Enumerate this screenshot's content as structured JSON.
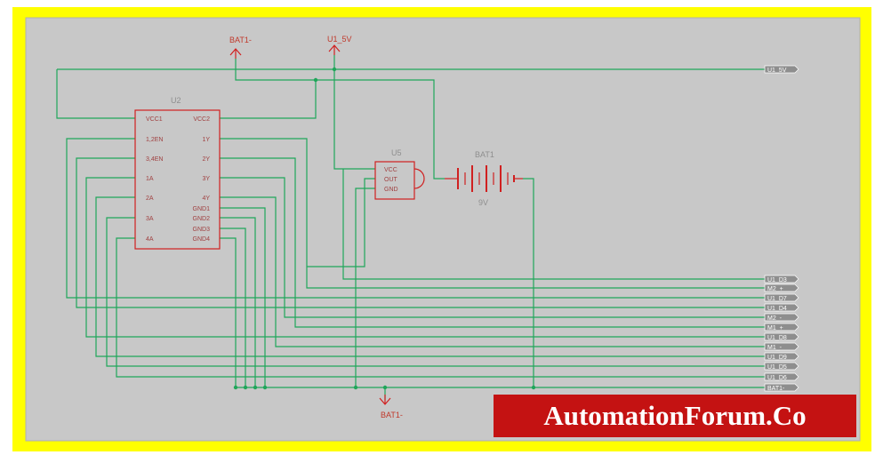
{
  "colors": {
    "border": "#ffff00",
    "canvas": "#c8c8c8",
    "wire": "#1fa65a",
    "component": "#d02020",
    "watermark_bg": "#c41212"
  },
  "power_labels": {
    "bat_neg_top": "BAT1-",
    "u1_5v": "U1_5V",
    "bat_neg_bottom": "BAT1-"
  },
  "u2": {
    "name": "U2",
    "left_pins": [
      "VCC1",
      "1,2EN",
      "3,4EN",
      "1A",
      "2A",
      "3A",
      "4A"
    ],
    "right_pins": [
      "VCC2",
      "1Y",
      "2Y",
      "3Y",
      "4Y",
      "GND1",
      "GND2",
      "GND3",
      "GND4"
    ]
  },
  "u5": {
    "name": "U5",
    "pins": [
      "VCC",
      "OUT",
      "GND"
    ]
  },
  "battery": {
    "name": "BAT1",
    "value": "9V"
  },
  "ports": {
    "top": "U1_5V",
    "list": [
      "U1_D3",
      "M2_+",
      "U1_D7",
      "U1_D4",
      "M2_-",
      "M1_+",
      "U1_D8",
      "M1_-",
      "U1_D9",
      "U1_D5",
      "U1_D6",
      "BAT1-"
    ]
  },
  "watermark": "AutomationForum.Co"
}
